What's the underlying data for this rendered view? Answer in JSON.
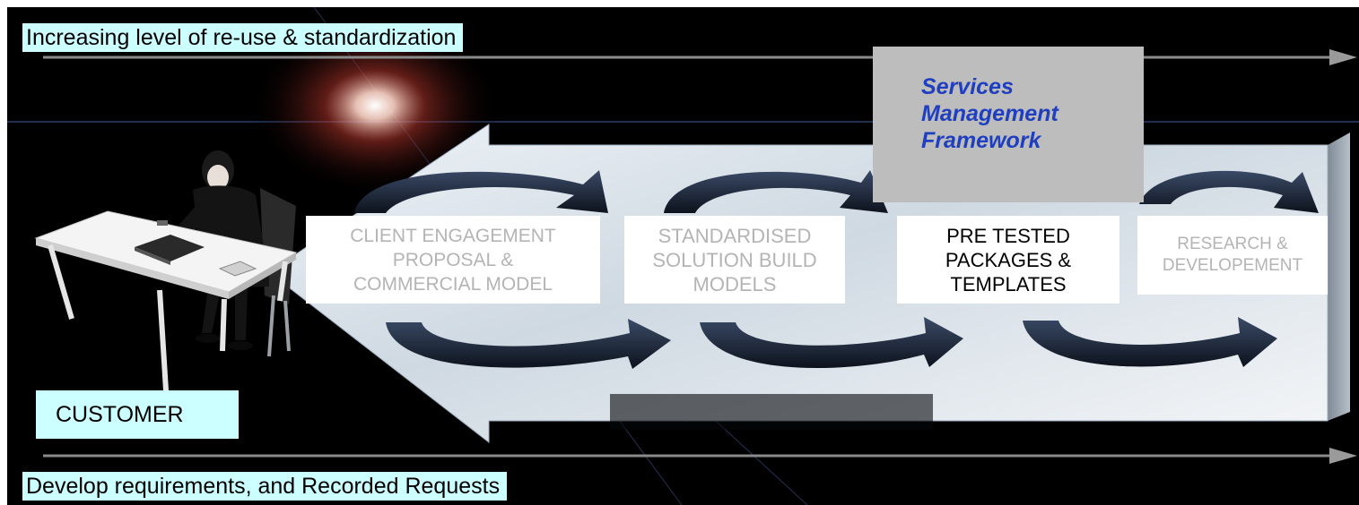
{
  "top_banner": "Increasing level of re-use & standardization",
  "bottom_banner": "Develop requirements, and Recorded Requests",
  "customer_label": "CUSTOMER",
  "framework_title": "Services Management Framework",
  "framework_lines": [
    "Services",
    "Management",
    "Framework"
  ],
  "steps": [
    {
      "lines": [
        "CLIENT ENGAGEMENT",
        "PROPOSAL &",
        "COMMERCIAL MODEL"
      ]
    },
    {
      "lines": [
        "STANDARDISED",
        "SOLUTION BUILD",
        "MODELS"
      ]
    },
    {
      "lines": [
        "PRE TESTED",
        "PACKAGES &",
        "TEMPLATES"
      ]
    },
    {
      "lines": [
        "RESEARCH &",
        "DEVELOPEMENT"
      ]
    }
  ],
  "colors": {
    "background": "#000000",
    "banner": "#ccffff",
    "framework_box": "#bdbdbd",
    "framework_text": "#1f3fbf",
    "big_arrow": "#dfe6ee",
    "cycle_arrows": "#1c2738",
    "muted_text": "#b4b4b4"
  },
  "icons": [
    "customer-at-desk-illustration",
    "glow-light",
    "cycle-arrow-icon"
  ]
}
